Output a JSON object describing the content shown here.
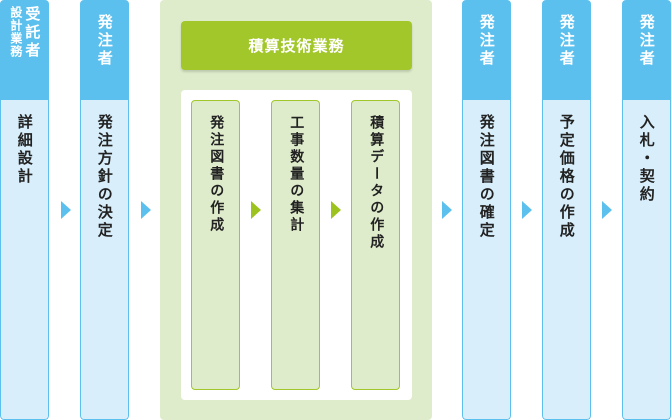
{
  "steps": [
    {
      "head_big": "受託者",
      "head_small": "設計業務",
      "body": "詳細設計"
    },
    {
      "head": "発注者",
      "body": "発注方針の決定"
    },
    {
      "head": "発注者",
      "body": "発注図書の確定"
    },
    {
      "head": "発注者",
      "body": "予定価格の作成"
    },
    {
      "head": "発注者",
      "body": "入札・契約"
    }
  ],
  "group": {
    "title": "積算技術業務",
    "items": [
      "発注図書の作成",
      "工事数量の集計",
      "積算データの作成"
    ]
  },
  "colors": {
    "blue": "#5bc0ee",
    "light_blue": "#d8eefb",
    "green": "#a2c72a",
    "light_green": "#deeccb"
  }
}
